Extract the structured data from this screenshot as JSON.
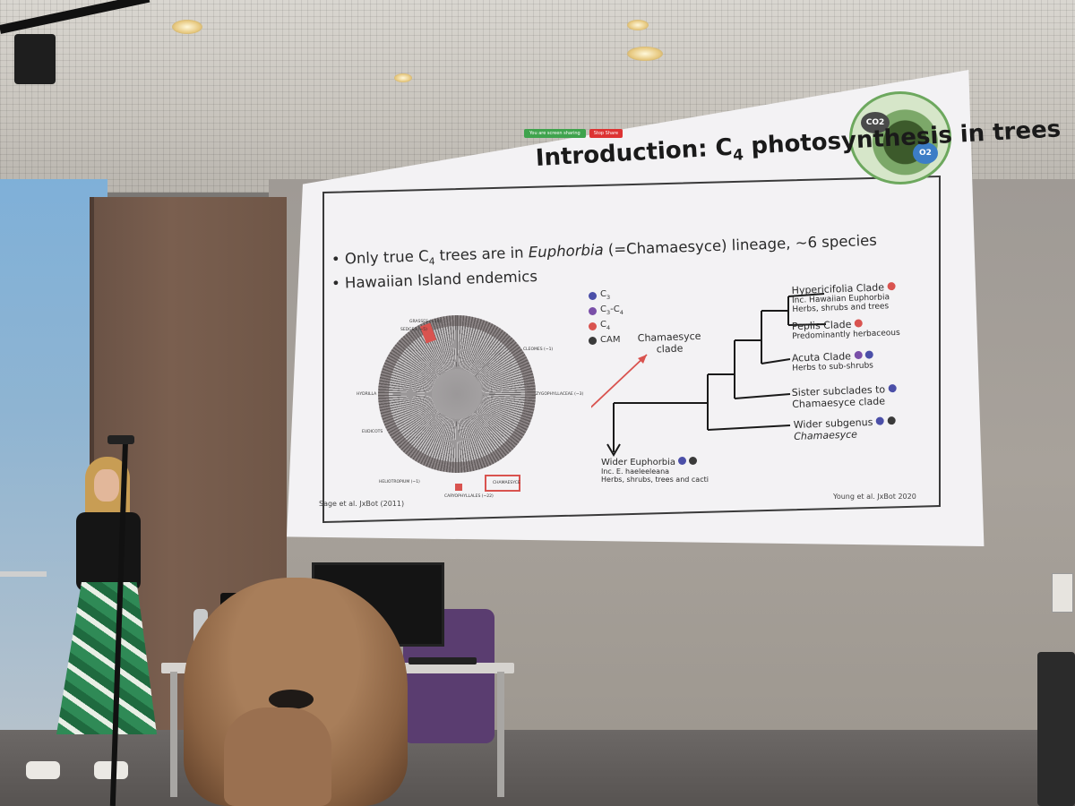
{
  "slide": {
    "share_bar": {
      "sharing_text": "You are screen sharing",
      "stop_label": "Stop Share"
    },
    "logo": {
      "co2_label": "CO2",
      "o2_label": "O2"
    },
    "title": {
      "prefix": "Introduction: C",
      "sub": "4",
      "suffix": " photosynthesis in trees"
    },
    "subtitle": "Only true C4 trees are in Euphorbia (=Chamaesyce) lineage, ~6 species",
    "bullets": [
      {
        "before": "Only true C",
        "sub": "4",
        "after": " trees are in ",
        "italic": "Euphorbia",
        "rest": " (=Chamaesyce) lineage, ~6 species"
      },
      {
        "text": "Hawaiian Island endemics"
      }
    ],
    "legend": [
      {
        "label_main": "C",
        "label_sub": "3",
        "color": "#4b4fa8"
      },
      {
        "label_main": "C",
        "label_sub": "3",
        "label_tail": "-C",
        "label_sub2": "4",
        "color": "#7a4fa8"
      },
      {
        "label_main": "C",
        "label_sub": "4",
        "color": "#d9534f"
      },
      {
        "label_main": "CAM",
        "color": "#3a3a3a"
      }
    ],
    "phylogeny_labels": {
      "grasses": "GRASSES (~10)",
      "sedges": "SEDGES (~5)",
      "cleomes": "CLEOMES (~1)",
      "zygophyllaceae": "ZYGOPHYLLACEAE (~3)",
      "hydrilla": "HYDRILLA",
      "eudicots": "EUDICOTS",
      "chamaesyce": "CHAMAESYCE",
      "caryophyllales": "CARYOPHYLLALES (~22)",
      "heliotropium": "HELIOTROPIUM (~1)"
    },
    "chamaesyce_label": {
      "line1": "Chamaesyce",
      "line2": "clade"
    },
    "clades": [
      {
        "name": "Hypericifolia Clade",
        "detail1": "Inc. Hawaiian Euphorbia",
        "detail2": "Herbs, shrubs and trees",
        "dots": [
          "#d9534f"
        ]
      },
      {
        "name": "Peplis Clade",
        "detail1": "Predominantly herbaceous",
        "dots": [
          "#d9534f"
        ]
      },
      {
        "name": "Acuta Clade",
        "detail1": "Herbs to sub-shrubs",
        "dots": [
          "#7a4fa8",
          "#4b4fa8"
        ]
      },
      {
        "name": "Sister subclades to",
        "name2": "Chamaesyce clade",
        "dots": [
          "#4b4fa8"
        ]
      },
      {
        "name": "Wider subgenus",
        "name2": "Chamaesyce",
        "dots": [
          "#4b4fa8",
          "#3a3a3a"
        ]
      }
    ],
    "wider_euphorbia": {
      "name": "Wider Euphorbia",
      "detail1": "Inc. E. haeleeleana",
      "detail2": "Herbs, shrubs, trees and cacti",
      "dots": [
        "#4b4fa8",
        "#3a3a3a"
      ]
    },
    "citation_left": "Sage et al. JxBot (2011)",
    "citation_right": "Young et al. JxBot 2020"
  }
}
